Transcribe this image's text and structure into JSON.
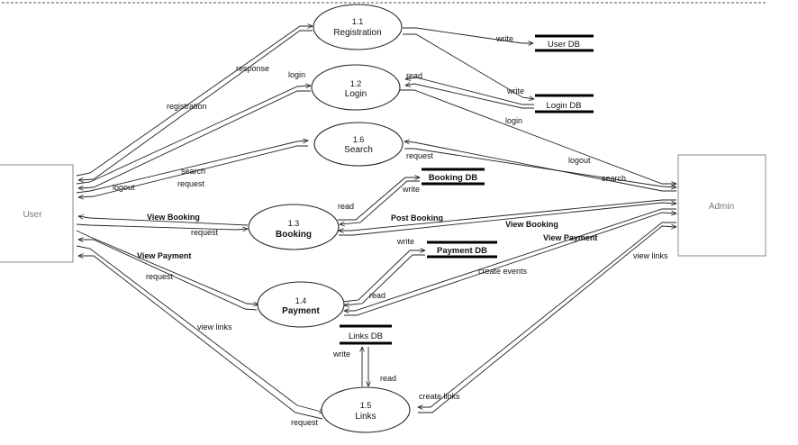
{
  "entities": {
    "user": "User",
    "admin": "Admin"
  },
  "processes": [
    {
      "id": "p11",
      "number": "1.1",
      "name": "Registration"
    },
    {
      "id": "p12",
      "number": "1.2",
      "name": "Login"
    },
    {
      "id": "p16",
      "number": "1.6",
      "name": "Search"
    },
    {
      "id": "p13",
      "number": "1.3",
      "name": "Booking"
    },
    {
      "id": "p14",
      "number": "1.4",
      "name": "Payment"
    },
    {
      "id": "p15",
      "number": "1.5",
      "name": "Links"
    }
  ],
  "stores": [
    {
      "id": "userdb",
      "name": "User DB"
    },
    {
      "id": "logindb",
      "name": "Login DB"
    },
    {
      "id": "bookingdb",
      "name": "Booking DB"
    },
    {
      "id": "paymentdb",
      "name": "Payment DB"
    },
    {
      "id": "linksdb",
      "name": "Links DB"
    }
  ],
  "flows": [
    {
      "id": "f-response",
      "label": "response"
    },
    {
      "id": "f-registration",
      "label": "registration"
    },
    {
      "id": "f-login-user",
      "label": "login"
    },
    {
      "id": "f-logout-user",
      "label": "logout"
    },
    {
      "id": "f-search-user",
      "label": "search"
    },
    {
      "id": "f-request-search",
      "label": "request"
    },
    {
      "id": "f-view-booking-user",
      "label": "View Booking"
    },
    {
      "id": "f-request-booking",
      "label": "request"
    },
    {
      "id": "f-view-payment-user",
      "label": "View Payment"
    },
    {
      "id": "f-request-payment",
      "label": "request"
    },
    {
      "id": "f-view-links-user",
      "label": "view links"
    },
    {
      "id": "f-request-links",
      "label": "request"
    },
    {
      "id": "f-write-userdb",
      "label": "write"
    },
    {
      "id": "f-write-logindb",
      "label": "write"
    },
    {
      "id": "f-read-logindb",
      "label": "read"
    },
    {
      "id": "f-login-admin",
      "label": "login"
    },
    {
      "id": "f-logout-admin",
      "label": "logout"
    },
    {
      "id": "f-request-search-admin",
      "label": "request"
    },
    {
      "id": "f-search-admin",
      "label": "search"
    },
    {
      "id": "f-read-bookingdb",
      "label": "read"
    },
    {
      "id": "f-write-bookingdb",
      "label": "write"
    },
    {
      "id": "f-post-booking",
      "label": "Post Booking"
    },
    {
      "id": "f-view-booking-admin",
      "label": "View Booking"
    },
    {
      "id": "f-write-paymentdb",
      "label": "write"
    },
    {
      "id": "f-read-paymentdb",
      "label": "read"
    },
    {
      "id": "f-view-payment-admin",
      "label": "View Payment"
    },
    {
      "id": "f-create-events",
      "label": "create events"
    },
    {
      "id": "f-view-links-admin",
      "label": "view links"
    },
    {
      "id": "f-write-linksdb",
      "label": "write"
    },
    {
      "id": "f-read-linksdb",
      "label": "read"
    },
    {
      "id": "f-create-links",
      "label": "create links"
    }
  ]
}
